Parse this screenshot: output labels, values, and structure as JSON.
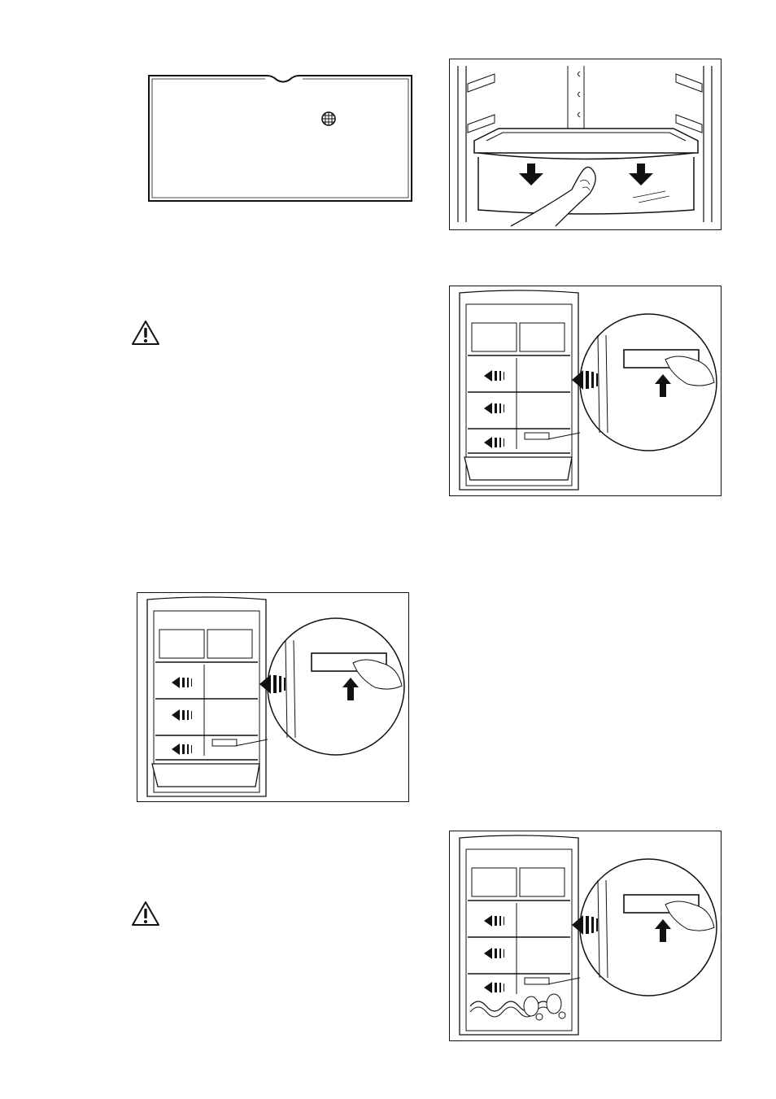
{
  "page": {
    "figures": [
      {
        "id": "crisper-cover",
        "description_icon": "grid-symbol-icon"
      },
      {
        "id": "drawer-removal"
      },
      {
        "id": "temperature-indicator-zoom-1"
      },
      {
        "id": "temperature-indicator-zoom-2"
      },
      {
        "id": "temperature-indicator-zoom-3"
      }
    ],
    "warnings": [
      {
        "icon": "warning-triangle-icon"
      },
      {
        "icon": "warning-triangle-icon"
      }
    ]
  },
  "colors": {
    "line": "#111111",
    "paper": "#ffffff"
  }
}
